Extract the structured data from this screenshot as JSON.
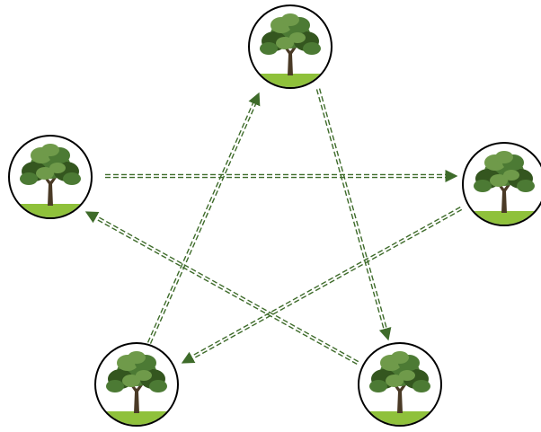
{
  "diagram": {
    "nodes": [
      {
        "id": "top",
        "icon": "tree-icon"
      },
      {
        "id": "left",
        "icon": "tree-icon"
      },
      {
        "id": "right",
        "icon": "tree-icon"
      },
      {
        "id": "bottom-left",
        "icon": "tree-icon"
      },
      {
        "id": "bottom-right",
        "icon": "tree-icon"
      }
    ],
    "edges": [
      {
        "from": "left",
        "to": "right"
      },
      {
        "from": "top",
        "to": "bottom-right"
      },
      {
        "from": "bottom-left",
        "to": "top"
      },
      {
        "from": "right",
        "to": "bottom-left"
      },
      {
        "from": "bottom-right",
        "to": "left"
      }
    ],
    "colors": {
      "arrow": "#3e6b2a",
      "circle_stroke": "#000000",
      "foliage": "#4c7a34",
      "foliage_light": "#6f9a4a",
      "foliage_dark": "#34561f",
      "trunk": "#4a3a26",
      "grass": "#8fc13b"
    }
  }
}
